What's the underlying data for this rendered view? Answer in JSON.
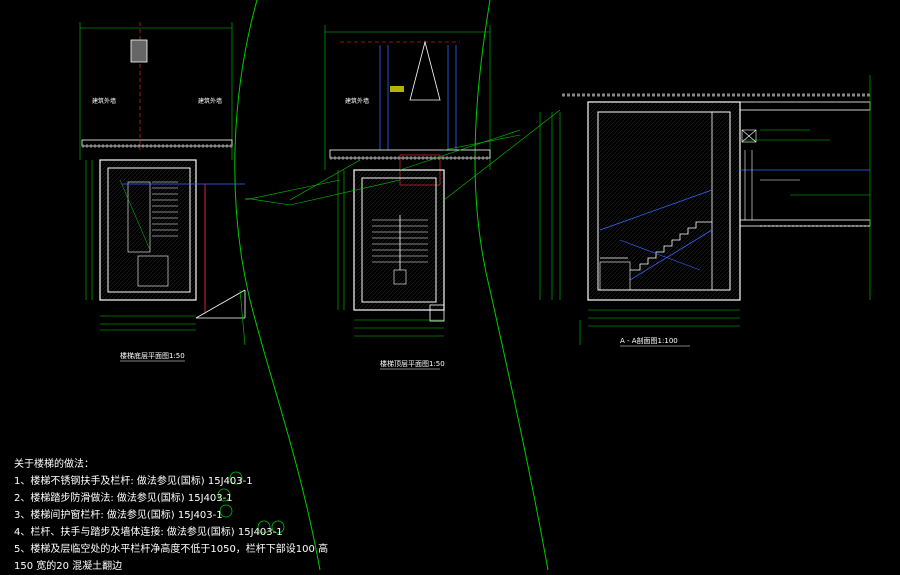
{
  "drawing": {
    "plans": [
      {
        "id": "plan-left",
        "caption": "楼梯底层平面图1:50"
      },
      {
        "id": "plan-mid",
        "caption": "楼梯顶层平面图1:50"
      },
      {
        "id": "section",
        "caption": "A - A剖面图1:100"
      }
    ],
    "notes_title": "关于楼梯的做法：",
    "notes": [
      "1、楼梯不锈钢扶手及栏杆: 做法参见(国标) 15J403-1",
      "2、楼梯踏步防滑做法: 做法参见(国标) 15J403-1",
      "3、楼梯间护窗栏杆: 做法参见(国标) 15J403-1",
      "4、栏杆、扶手与踏步及墙体连接: 做法参见(国标) 15J403-1",
      "5、楼梯及层临空处的水平栏杆净高度不低于1050，栏杆下部设100 高",
      "150 宽的20 混凝土翻边"
    ],
    "colors": {
      "wall": "#ffffff",
      "dim": "#00ff00",
      "hatch": "#888888",
      "blue": "#3366ff",
      "red": "#ff3333",
      "yellow": "#ffff00"
    }
  }
}
